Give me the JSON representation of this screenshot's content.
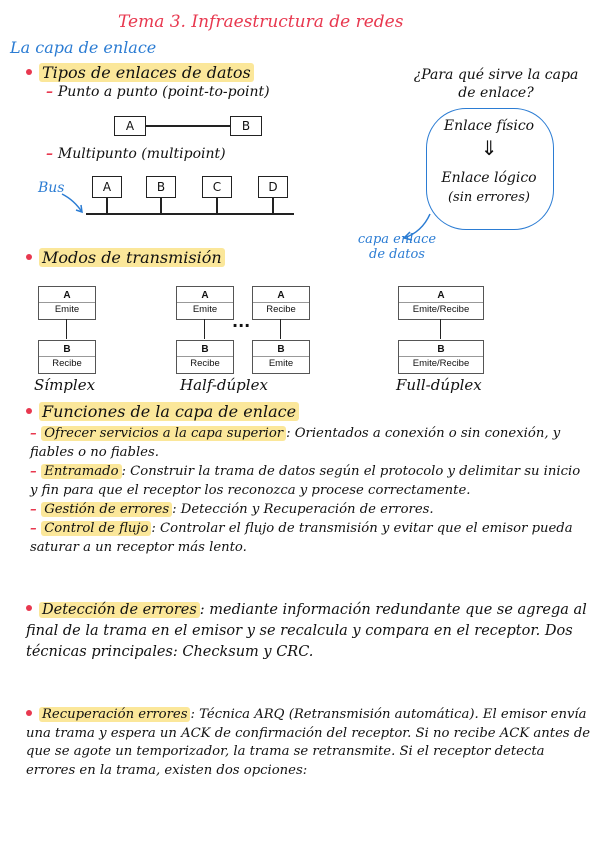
{
  "title": "Tema 3. Infraestructura de redes",
  "section": "La capa de enlace",
  "link_types": {
    "heading": "Tipos de enlaces de datos",
    "p2p": "Punto a punto (point-to-point)",
    "p2p_nodes": [
      "A",
      "B"
    ],
    "multipoint": "Multipunto (multipoint)",
    "bus_label": "Bus",
    "bus_nodes": [
      "A",
      "B",
      "C",
      "D"
    ]
  },
  "question": {
    "text": "¿Para qué sirve la capa de enlace?",
    "physical": "Enlace físico",
    "arrow": "⇓",
    "logical": "Enlace lógico",
    "logical_sub": "(sin errores)",
    "note": "capa enlace de datos"
  },
  "modes": {
    "heading": "Modos de transmisión",
    "ellipsis": "...",
    "simplex": {
      "label": "Símplex",
      "top": {
        "name": "A",
        "role": "Emite"
      },
      "bottom": {
        "name": "B",
        "role": "Recibe"
      }
    },
    "half_duplex": {
      "label": "Half-dúplex",
      "left": {
        "top": {
          "name": "A",
          "role": "Emite"
        },
        "bottom": {
          "name": "B",
          "role": "Recibe"
        }
      },
      "right": {
        "top": {
          "name": "A",
          "role": "Recibe"
        },
        "bottom": {
          "name": "B",
          "role": "Emite"
        }
      }
    },
    "full_duplex": {
      "label": "Full-dúplex",
      "top": {
        "name": "A",
        "role": "Emite/Recibe"
      },
      "bottom": {
        "name": "B",
        "role": "Emite/Recibe"
      }
    }
  },
  "functions": {
    "heading": "Funciones de la capa de enlace",
    "items": [
      {
        "term": "Ofrecer servicios a la capa superior",
        "text": ": Orientados a conexión o sin conexión, y fiables o no fiables."
      },
      {
        "term": "Entramado",
        "text": ": Construir la trama de datos según el protocolo y delimitar su inicio y fin para que el receptor los reconozca y procese correctamente."
      },
      {
        "term": "Gestión de errores",
        "text": ": Detección y Recuperación de errores."
      },
      {
        "term": "Control de flujo",
        "text": ": Controlar el flujo de transmisión y evitar que el emisor pueda saturar a un receptor más lento."
      }
    ]
  },
  "error_detection": {
    "term": "Detección de errores",
    "text": ": mediante información redundante que se agrega al final de la trama en el emisor y se recalcula y compara en el receptor. Dos técnicas principales: Checksum y CRC."
  },
  "error_recovery": {
    "term": "Recuperación errores",
    "text": ": Técnica ARQ (Retransmisión automática). El emisor envía una trama y espera un ACK de confirmación del receptor. Si no recibe ACK antes de que se agote un temporizador, la trama se retransmite. Si el receptor detecta errores en la trama, existen dos opciones:"
  },
  "colors": {
    "title": "#e8384f",
    "accent_blue": "#2b7cd3",
    "highlight": "#fbe79a"
  }
}
